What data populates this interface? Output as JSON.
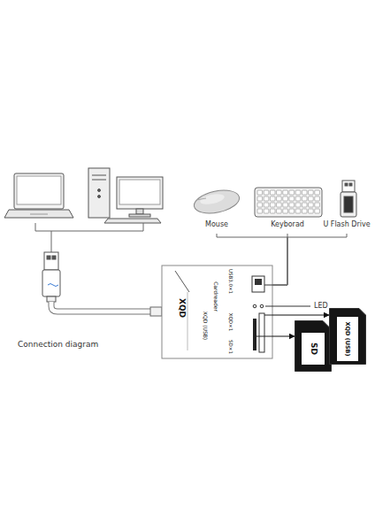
{
  "diagram": {
    "nodes": [
      {
        "text": [
          "XQD",
          "Cardreader",
          "XQD (USB)",
          "USB3.0×1",
          "XQD×1",
          "SD×1"
        ]
      },
      {
        "text": [
          "Mouse"
        ]
      },
      {
        "text": [
          "Keyborad"
        ]
      },
      {
        "text": [
          "U Flash Drive"
        ]
      },
      {
        "text": [
          "SD"
        ]
      },
      {
        "text": [
          "XQD (USB)"
        ]
      }
    ],
    "edges": [
      {
        "from": 1,
        "to": 0,
        "arrow": "none"
      },
      {
        "from": 2,
        "to": 0,
        "arrow": "none"
      },
      {
        "from": 3,
        "to": 0,
        "arrow": "none"
      },
      {
        "from": 0,
        "to": 4,
        "arrow": "to"
      },
      {
        "from": 0,
        "to": 5,
        "arrow": "to"
      }
    ],
    "labels": [
      "LED",
      "Connection diagram"
    ]
  }
}
